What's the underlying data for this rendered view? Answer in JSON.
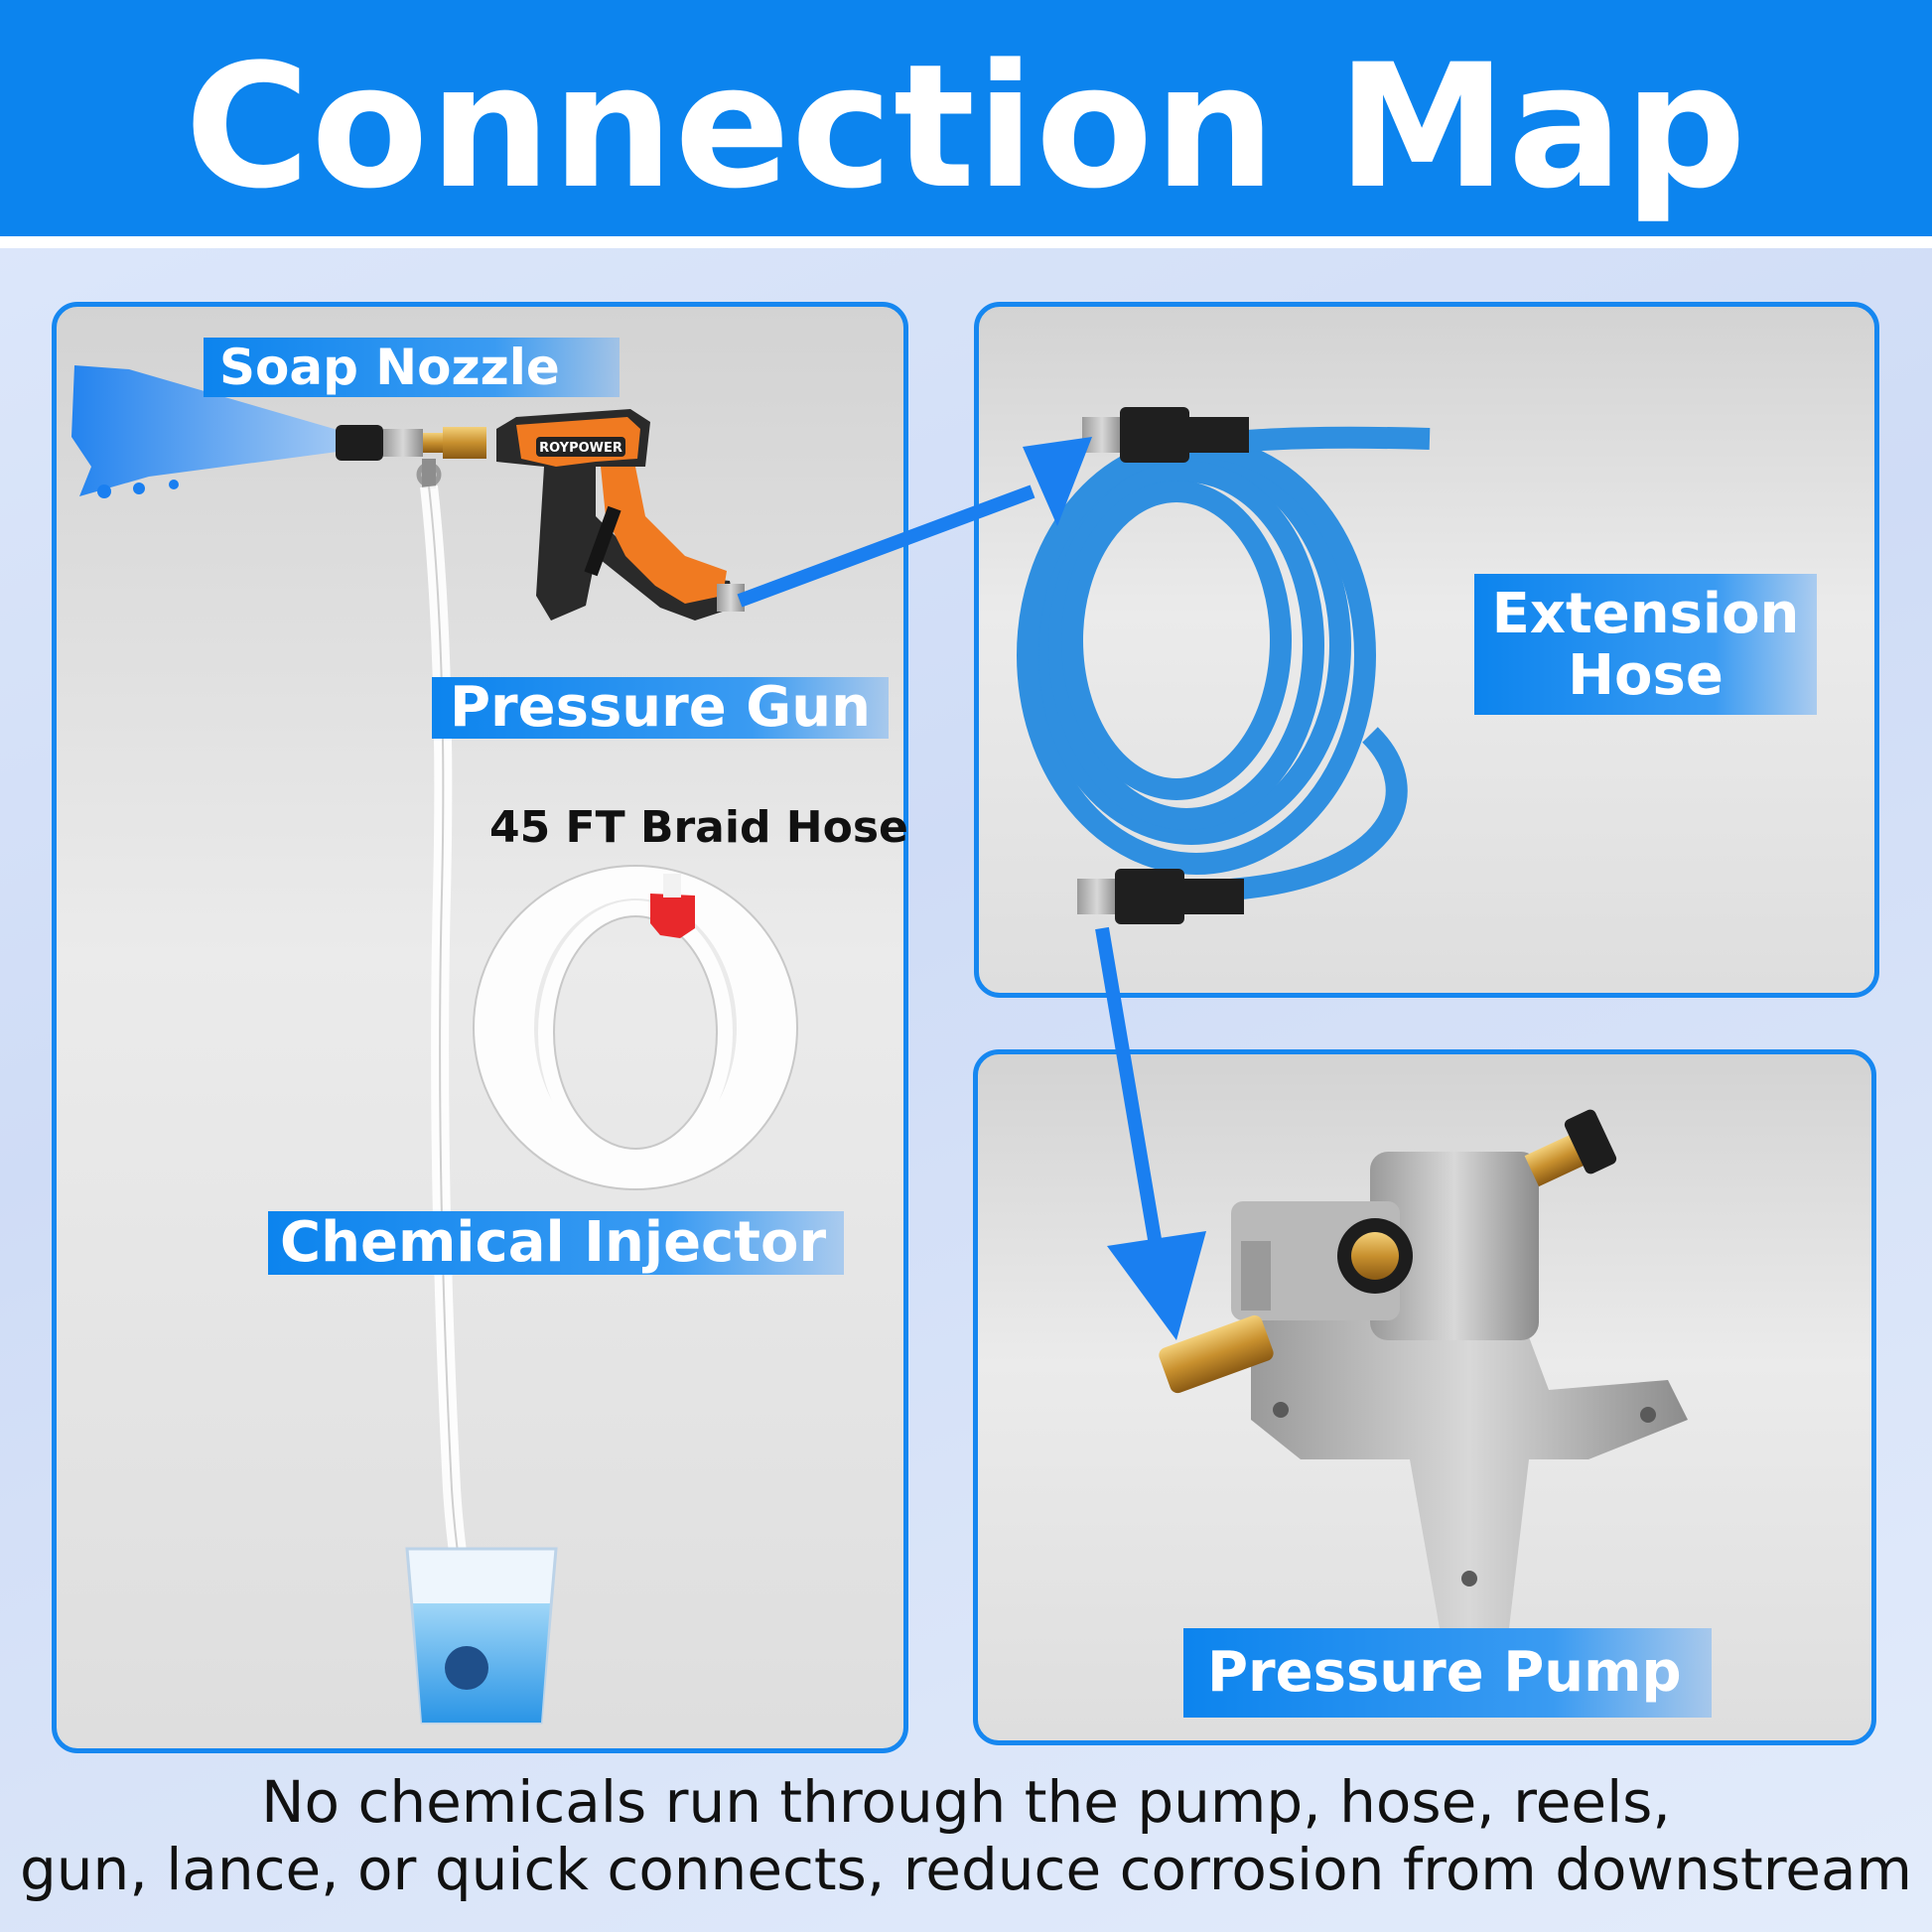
{
  "header": {
    "title": "Connection Map"
  },
  "labels": {
    "soap_nozzle": "Soap Nozzle",
    "pressure_gun": "Pressure Gun",
    "braid_hose": "45 FT Braid Hose",
    "chemical_injector": "Chemical Injector",
    "extension_hose_line1": "Extension",
    "extension_hose_line2": "Hose",
    "pressure_pump": "Pressure Pump",
    "gun_brand": "ROYPOWER"
  },
  "footer": {
    "line1": "No chemicals run through the pump, hose, reels,",
    "line2": "gun, lance, or quick connects, reduce corrosion from downstream"
  },
  "colors": {
    "accent": "#0c84ee",
    "arrow": "#1a7ff0",
    "gun_orange": "#f07a21"
  }
}
